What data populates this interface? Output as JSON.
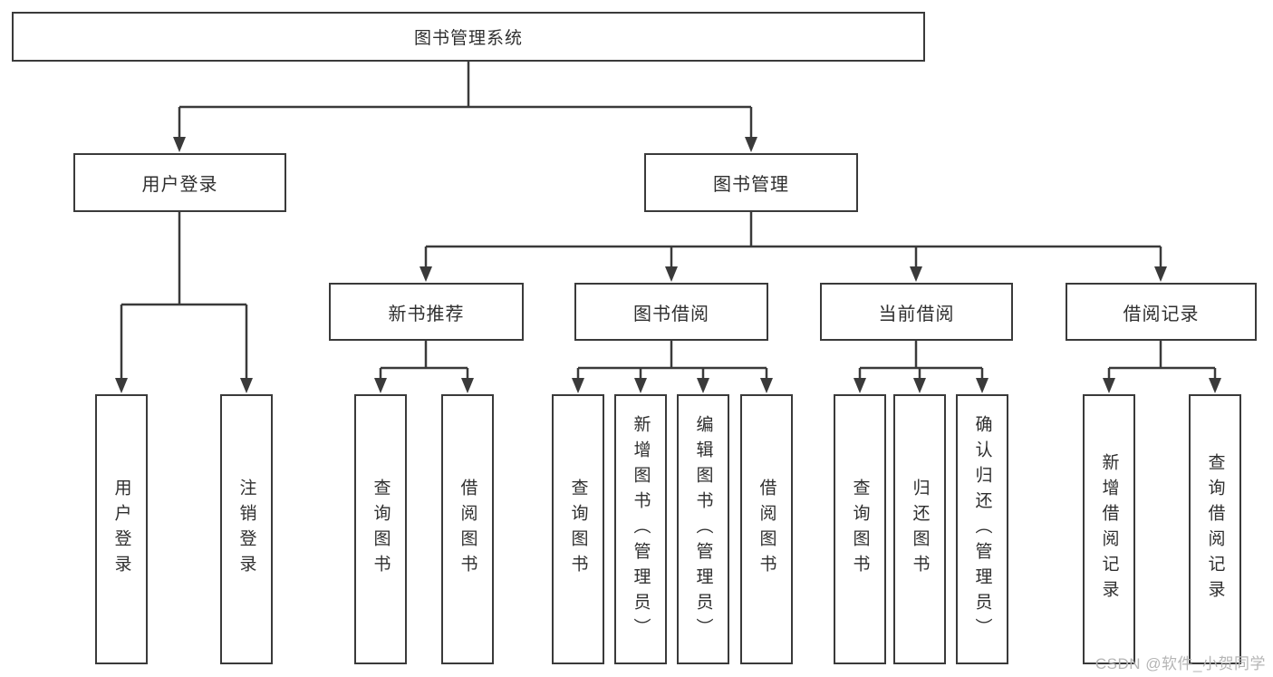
{
  "title": "图书管理系统",
  "watermark": "CSDN @软件_小贺同学",
  "colors": {
    "line": "#3a3a3a",
    "box_border": "#3a3a3a",
    "text": "#2f2f2f",
    "watermark": "#b5b5b5",
    "background": "#ffffff"
  },
  "nodes": {
    "root": {
      "label": "图书管理系统"
    },
    "level2": [
      {
        "label": "用户登录"
      },
      {
        "label": "图书管理"
      }
    ],
    "level3": [
      {
        "label": "新书推荐",
        "parent": "图书管理"
      },
      {
        "label": "图书借阅",
        "parent": "图书管理"
      },
      {
        "label": "当前借阅",
        "parent": "图书管理"
      },
      {
        "label": "借阅记录",
        "parent": "图书管理"
      }
    ],
    "leaves": [
      {
        "label": "用户登录",
        "parent": "用户登录"
      },
      {
        "label": "注销登录",
        "parent": "用户登录"
      },
      {
        "label": "查询图书",
        "parent": "新书推荐"
      },
      {
        "label": "借阅图书",
        "parent": "新书推荐"
      },
      {
        "label": "查询图书",
        "parent": "图书借阅"
      },
      {
        "label": "新增图书（管理员）",
        "parent": "图书借阅"
      },
      {
        "label": "编辑图书（管理员）",
        "parent": "图书借阅"
      },
      {
        "label": "借阅图书",
        "parent": "图书借阅"
      },
      {
        "label": "查询图书",
        "parent": "当前借阅"
      },
      {
        "label": "归还图书",
        "parent": "当前借阅"
      },
      {
        "label": "确认归还（管理员）",
        "parent": "当前借阅"
      },
      {
        "label": "新增借阅记录",
        "parent": "借阅记录"
      },
      {
        "label": "查询借阅记录",
        "parent": "借阅记录"
      }
    ]
  }
}
